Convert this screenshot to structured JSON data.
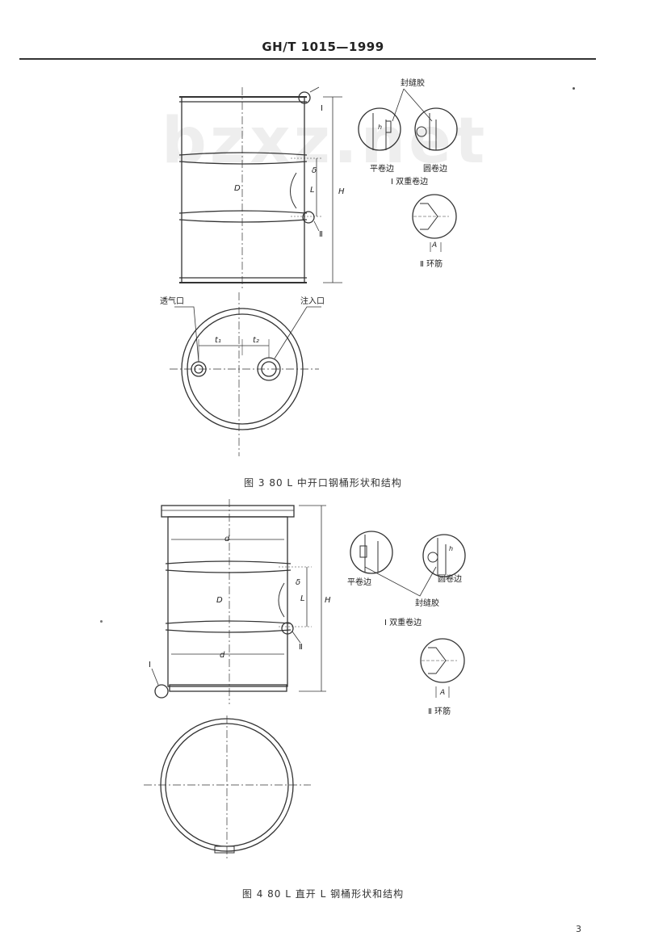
{
  "header": {
    "standard_code": "GH/T 1015—1999"
  },
  "watermark": "bzxz.net",
  "figure3": {
    "caption": "图 3 80 L 中开口钢桶形状和结构",
    "label_seal": "封缝胶",
    "label_flat_seam": "平卷边",
    "label_round_seam": "圆卷边",
    "label_double_seam": "Ⅰ 双重卷边",
    "label_ring": "Ⅱ 环筋",
    "label_vent": "透气口",
    "label_inlet": "注入口",
    "dim_D": "D",
    "dim_H": "H",
    "dim_L": "L",
    "dim_delta": "δ",
    "dim_h": "h",
    "dim_A": "A",
    "dim_t1": "t₁",
    "dim_t2": "t₂",
    "mark_I": "Ⅰ",
    "mark_II": "Ⅱ"
  },
  "figure4": {
    "caption": "图 4 80 L 直开 L 钢桶形状和结构",
    "label_flat_seam": "平卷边",
    "label_round_seam": "圆卷边",
    "label_seal": "封缝胶",
    "label_double_seam": "Ⅰ 双重卷边",
    "label_ring": "Ⅱ 环筋",
    "dim_d": "d",
    "dim_D": "D",
    "dim_H": "H",
    "dim_L": "L",
    "dim_delta": "δ",
    "dim_h": "h",
    "dim_A": "A",
    "mark_I": "Ⅰ",
    "mark_II": "Ⅱ"
  },
  "page_number": "3"
}
